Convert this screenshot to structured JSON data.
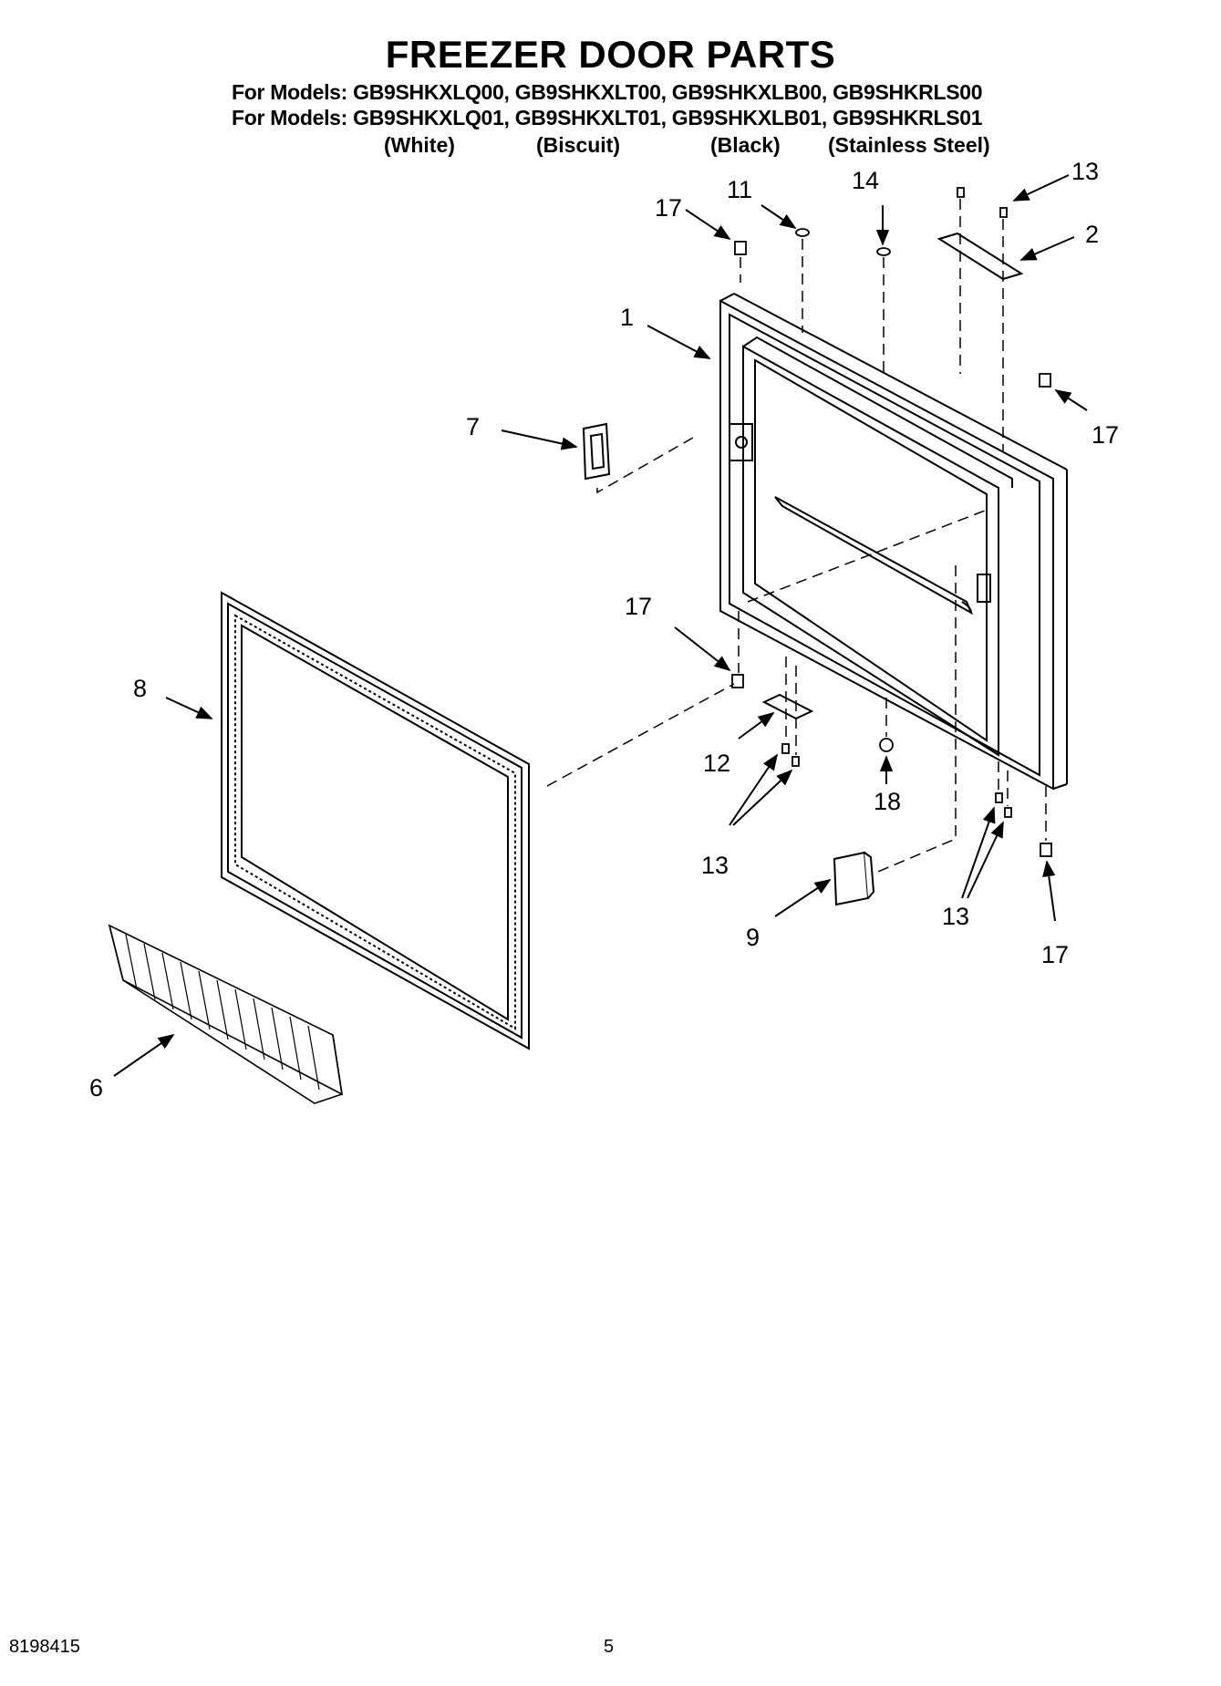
{
  "title": "FREEZER DOOR PARTS",
  "model_lines": [
    "For Models: GB9SHKXLQ00, GB9SHKXLT00, GB9SHKXLB00, GB9SHKRLS00",
    "For Models: GB9SHKXLQ01, GB9SHKXLT01, GB9SHKXLB01, GB9SHKRLS01"
  ],
  "colors": [
    "(White)",
    "(Biscuit)",
    "(Black)",
    "(Stainless Steel)"
  ],
  "callouts": {
    "c1": "1",
    "c2": "2",
    "c6": "6",
    "c7": "7",
    "c8": "8",
    "c9": "9",
    "c11": "11",
    "c12": "12",
    "c13a": "13",
    "c13b": "13",
    "c13c": "13",
    "c14": "14",
    "c17a": "17",
    "c17b": "17",
    "c17c": "17",
    "c17d": "17",
    "c18": "18"
  },
  "footer": {
    "doc_number": "8198415",
    "page_number": "5"
  }
}
